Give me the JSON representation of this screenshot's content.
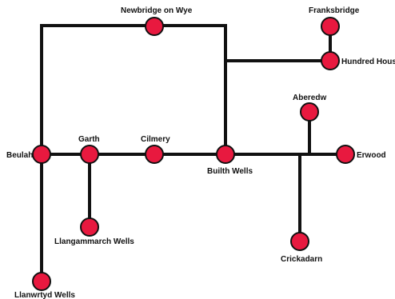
{
  "diagram": {
    "colors": {
      "node_fill": "#e8193f",
      "edge": "#111111",
      "background": "#ffffff"
    },
    "nodes": [
      {
        "id": "newbridge",
        "label": "Newbridge on Wye"
      },
      {
        "id": "franksbridge",
        "label": "Franksbridge"
      },
      {
        "id": "hundred",
        "label": "Hundred House"
      },
      {
        "id": "aberedw",
        "label": "Aberedw"
      },
      {
        "id": "beulah",
        "label": "Beulah"
      },
      {
        "id": "garth",
        "label": "Garth"
      },
      {
        "id": "cilmery",
        "label": "Cilmery"
      },
      {
        "id": "builth",
        "label": "Builth Wells"
      },
      {
        "id": "erwood",
        "label": "Erwood"
      },
      {
        "id": "llangammarch",
        "label": "Llangammarch Wells"
      },
      {
        "id": "crickadarn",
        "label": "Crickadarn"
      },
      {
        "id": "llanwrtyd",
        "label": "Llanwrtyd Wells"
      }
    ]
  }
}
